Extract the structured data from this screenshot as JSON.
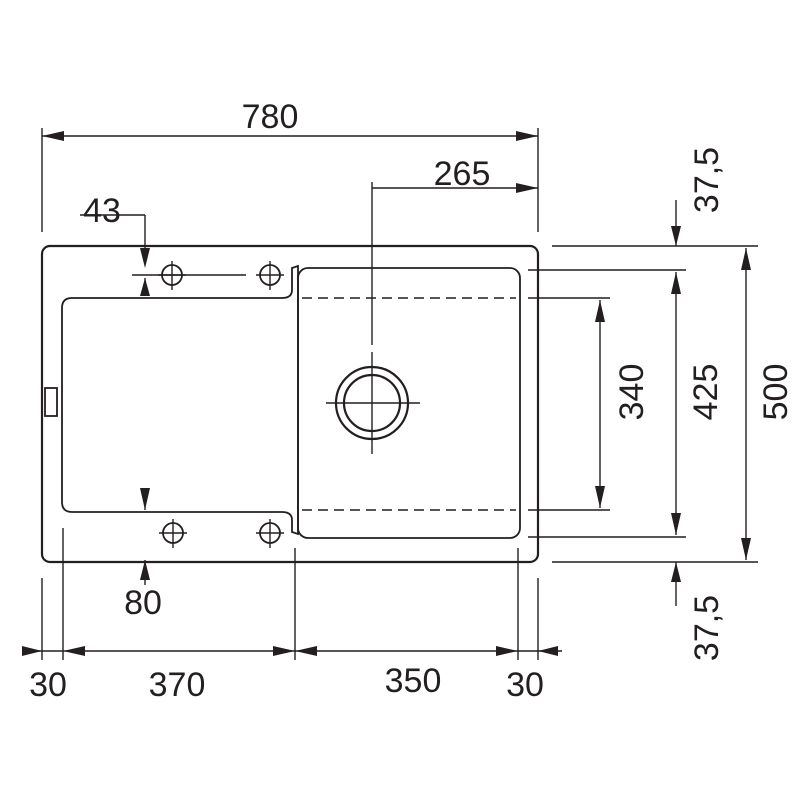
{
  "drawing": {
    "line_color": "#231f20",
    "background": "#ffffff",
    "dimensions": {
      "overall_width": "780",
      "bowl_center_offset": "265",
      "hole_offset_left": "43",
      "hole_offset_bottom": "80",
      "top_margin": "37,5",
      "bottom_margin": "37,5",
      "bowl_inner_height": "340",
      "bowl_height": "425",
      "overall_depth": "500",
      "left_edge": "30",
      "drainer_width": "370",
      "bowl_width": "350",
      "right_edge": "30"
    }
  }
}
